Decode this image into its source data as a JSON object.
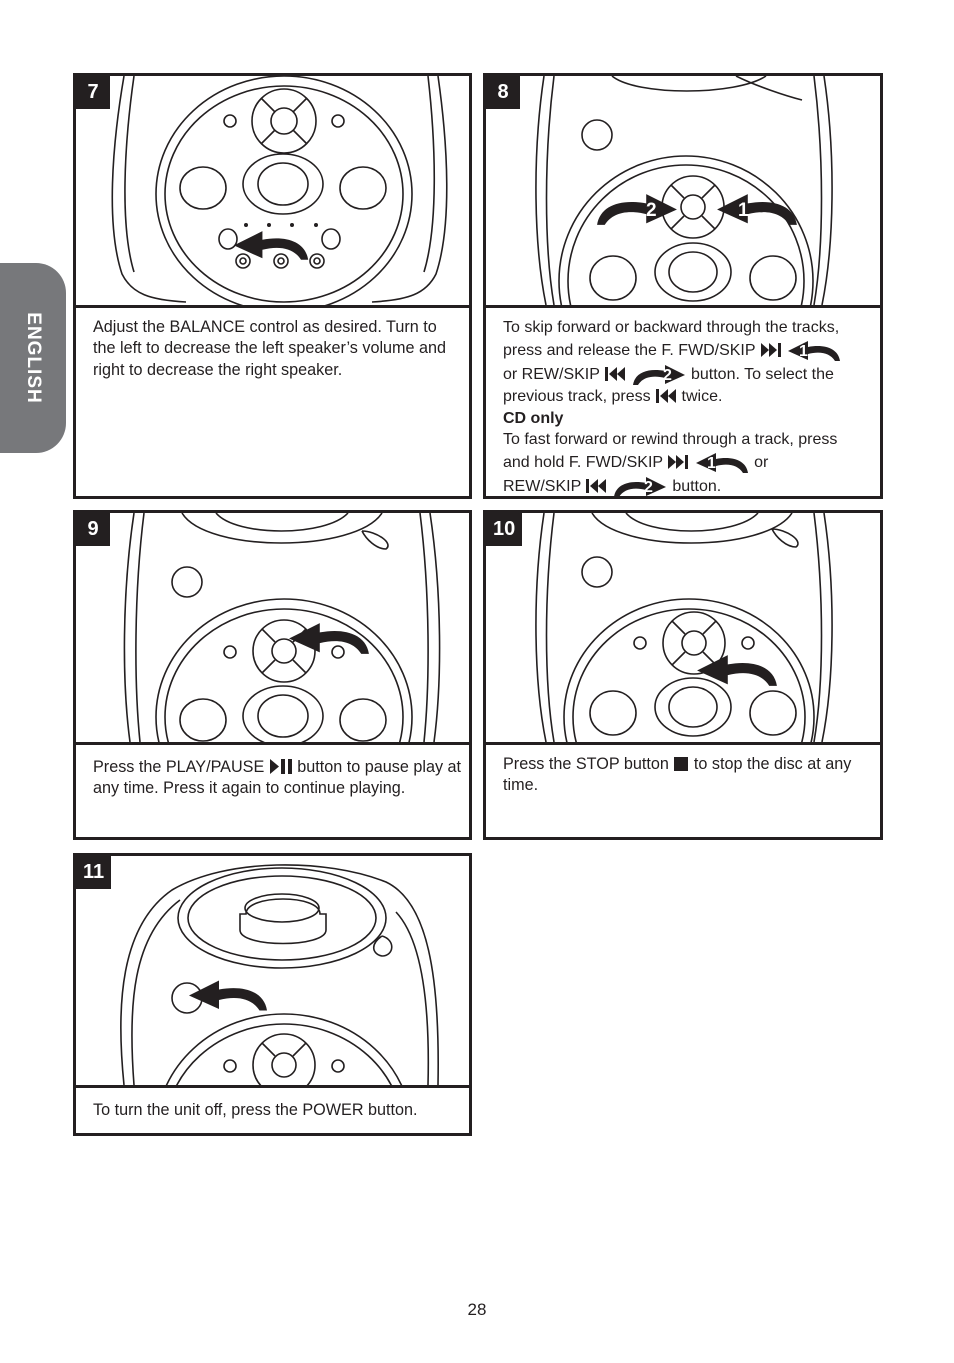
{
  "side_tab": {
    "label": "ENGLISH"
  },
  "steps": [
    {
      "number": "7",
      "text": "Adjust the BALANCE control as desired. Turn to the left to decrease the left speaker’s volume and right to decrease the right speaker."
    },
    {
      "number": "8",
      "line1": "To skip forward or backward through the tracks,",
      "line2a": "press and release the F. FWD/SKIP",
      "line3a": "or REW/SKIP",
      "line3b": "button. To select the",
      "line4a": "previous track, press",
      "line4b": "twice.",
      "cd_only": "CD only",
      "line5": "To fast forward or rewind through a track, press",
      "line6a": "and hold F. FWD/SKIP",
      "line6b": "or",
      "line7a": "REW/SKIP",
      "line7b": "button.",
      "arrow_label_1": "1",
      "arrow_label_2": "2"
    },
    {
      "number": "9",
      "text_a": "Press the PLAY/PAUSE",
      "text_b": "button to pause play at any time. Press it again to continue playing."
    },
    {
      "number": "10",
      "text_a": "Press the STOP button",
      "text_b": "to stop the disc at any time."
    },
    {
      "number": "11",
      "text": "To turn the unit off, press the POWER button."
    }
  ],
  "icons": [
    "skip-forward-icon",
    "skip-back-icon",
    "play-pause-icon",
    "stop-icon",
    "curved-arrow-icon"
  ],
  "page_number": "28"
}
